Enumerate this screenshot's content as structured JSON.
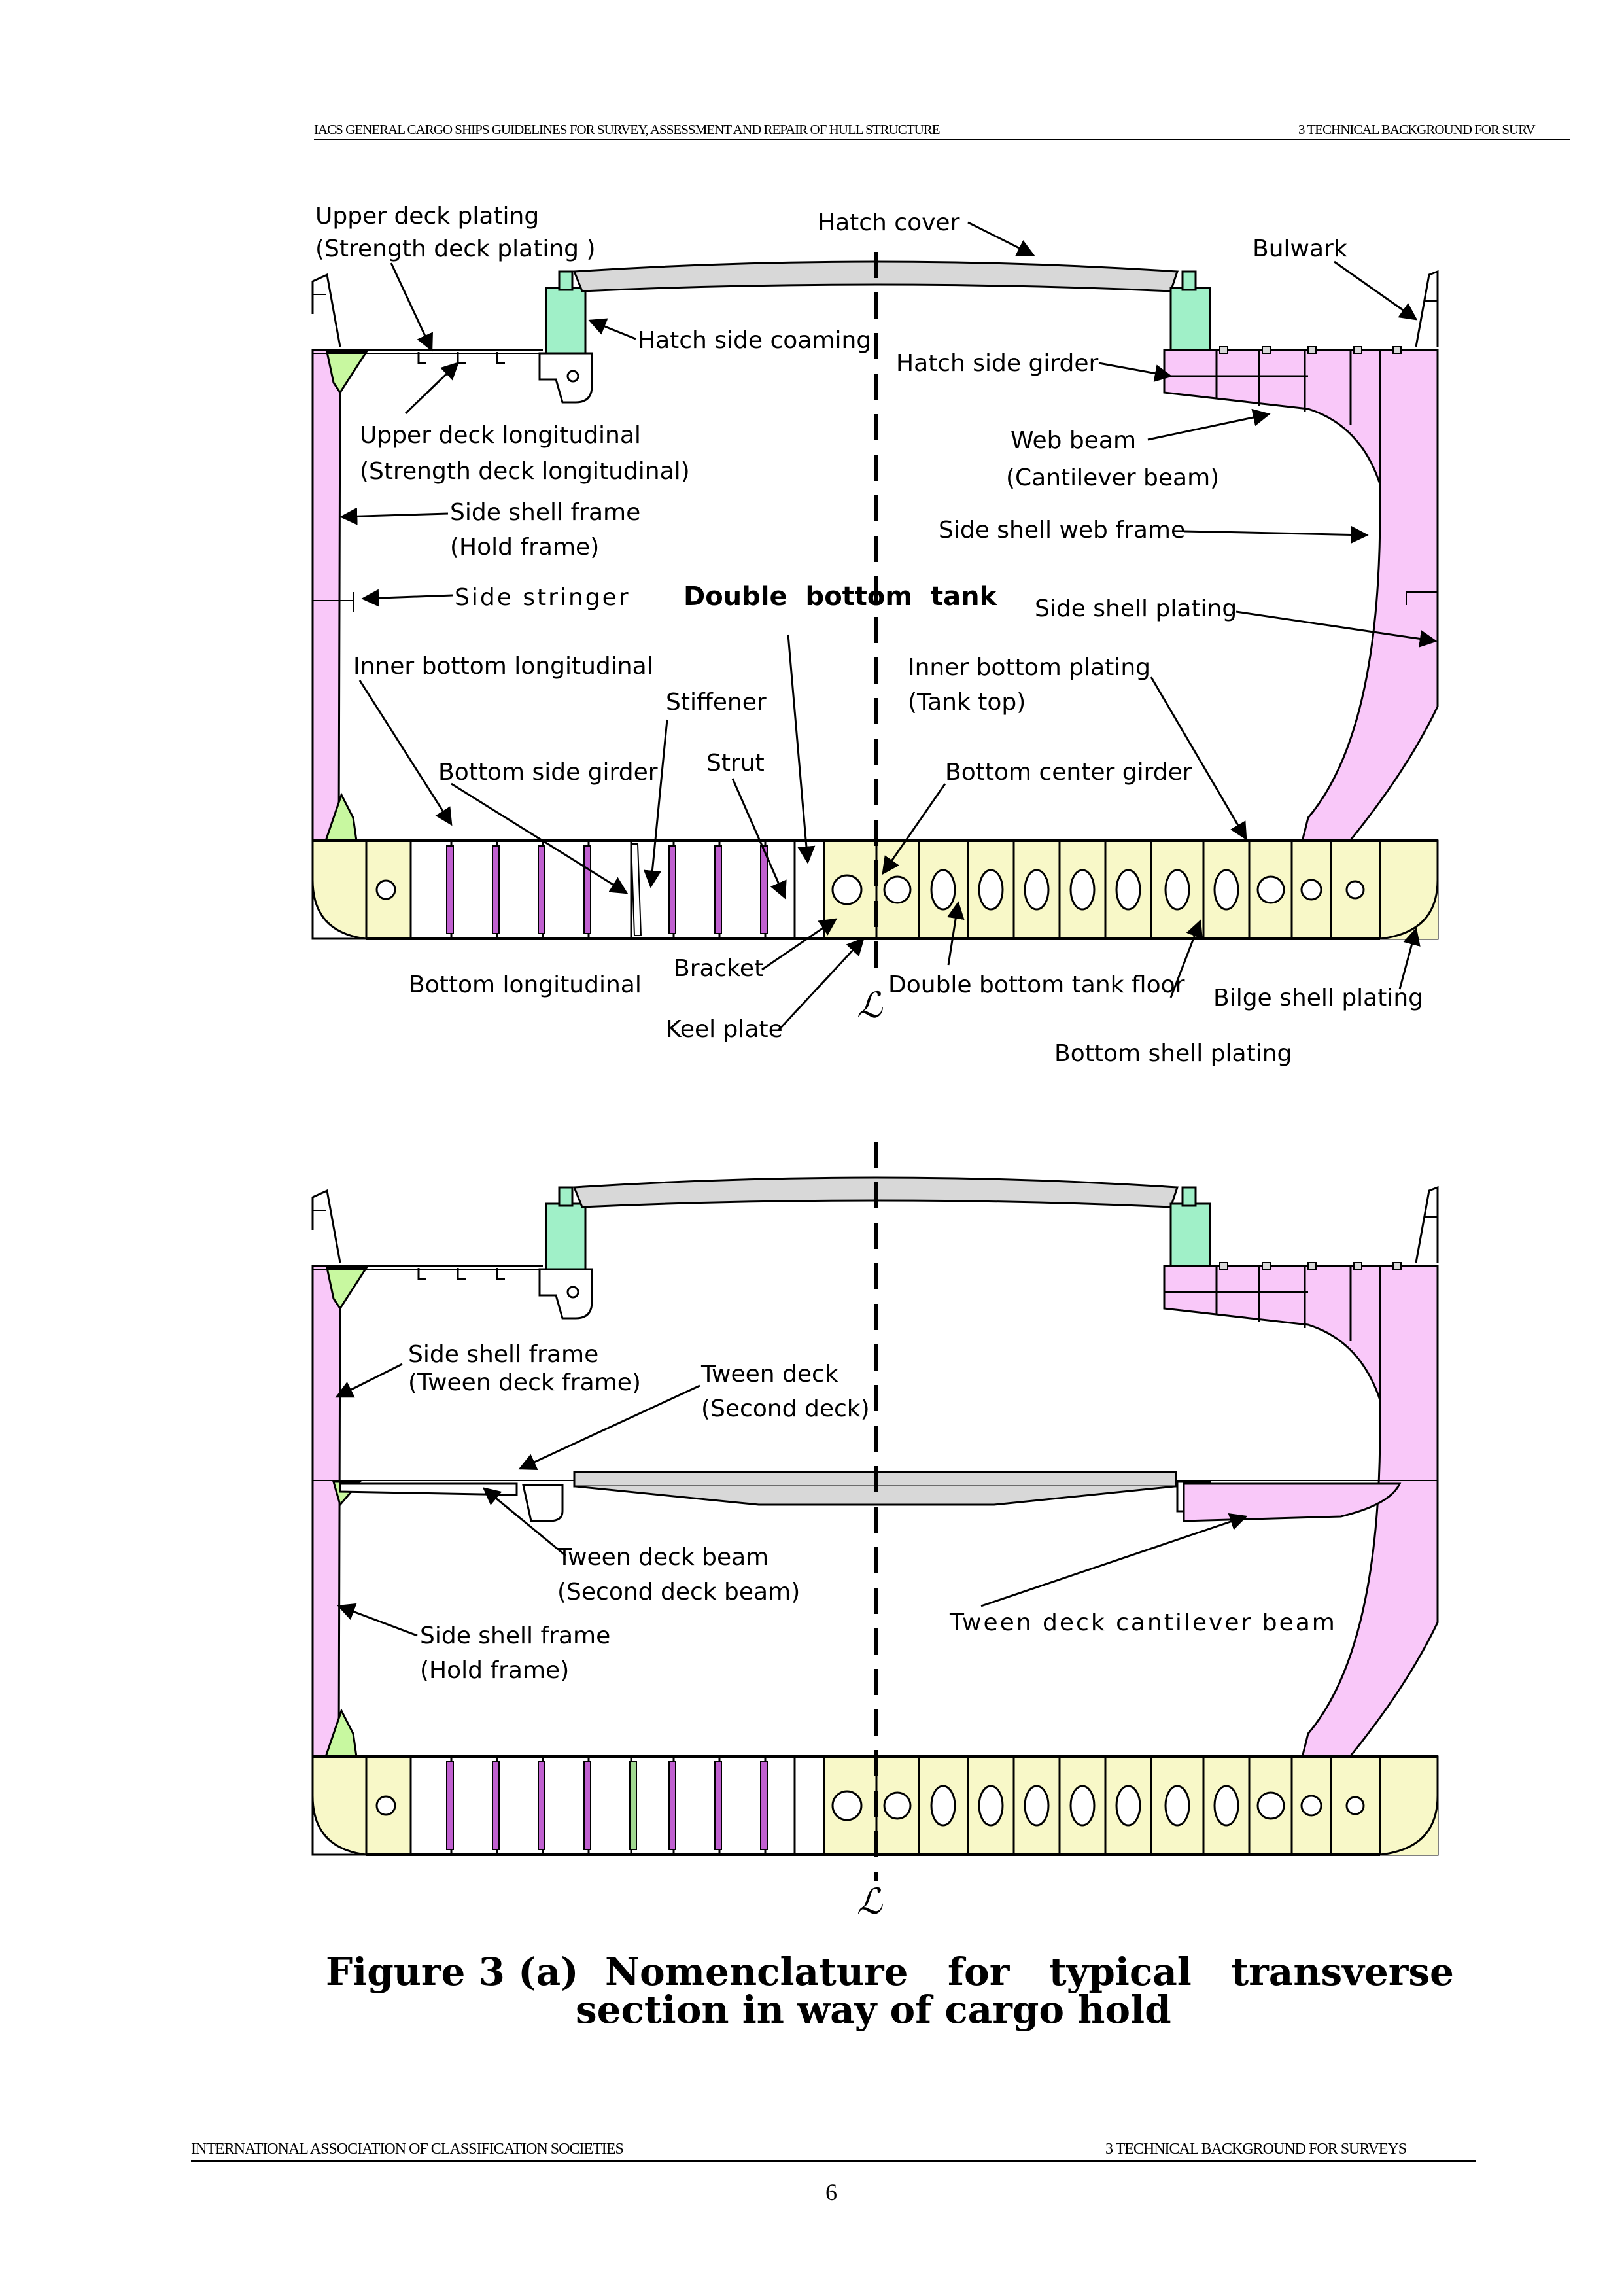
{
  "header": {
    "left": "IACS GENERAL CARGO SHIPS GUIDELINES FOR SURVEY, ASSESSMENT AND REPAIR OF HULL STRUCTURE",
    "right": "3 TECHNICAL BACKGROUND FOR SURV"
  },
  "diagram_top": {
    "labels": {
      "upper_deck_plating_1": "Upper deck plating",
      "upper_deck_plating_2": "(Strength deck plating )",
      "hatch_cover": "Hatch cover",
      "bulwark": "Bulwark",
      "hatch_side_coaming": "Hatch side coaming",
      "hatch_side_girder": "Hatch side girder",
      "upper_deck_long_1": "Upper deck longitudinal",
      "upper_deck_long_2": "(Strength deck longitudinal)",
      "web_beam_1": "Web beam",
      "web_beam_2": "(Cantilever beam)",
      "side_shell_frame_1": "Side shell frame",
      "side_shell_frame_2": "(Hold frame)",
      "side_shell_web_frame": "Side shell web frame",
      "side_stringer": "Side stringer",
      "double_bottom_tank": "Double bottom tank",
      "side_shell_plating": "Side shell plating",
      "inner_bottom_long": "Inner bottom longitudinal",
      "inner_bottom_plating_1": "Inner bottom plating",
      "inner_bottom_plating_2": "(Tank top)",
      "stiffener": "Stiffener",
      "strut": "Strut",
      "bottom_side_girder": "Bottom side girder",
      "bottom_center_girder": "Bottom center girder",
      "bottom_longitudinal": "Bottom longitudinal",
      "bracket": "Bracket",
      "double_bottom_tank_floor": "Double bottom tank floor",
      "bilge_shell_plating": "Bilge shell plating",
      "keel_plate": "Keel plate",
      "bottom_shell_plating": "Bottom shell plating",
      "centerline": "ℒ"
    }
  },
  "diagram_bottom": {
    "labels": {
      "side_shell_frame_tween_1": "Side shell frame",
      "side_shell_frame_tween_2": "(Tween deck frame)",
      "tween_deck_1": "Tween deck",
      "tween_deck_2": "(Second deck)",
      "tween_deck_beam_1": "Tween deck beam",
      "tween_deck_beam_2": "(Second deck beam)",
      "tween_deck_cantilever_beam": "Tween deck cantilever beam",
      "side_shell_frame_hold_1": "Side shell frame",
      "side_shell_frame_hold_2": "(Hold frame)",
      "centerline": "ℒ"
    }
  },
  "caption": {
    "line1": "Figure 3 (a)  Nomenclature   for   typical   transverse",
    "line2": "section in way of cargo hold"
  },
  "footer": {
    "left": "INTERNATIONAL ASSOCIATION OF CLASSIFICATION SOCIETIES",
    "right": "3  TECHNICAL BACKGROUND FOR SURVEYS",
    "page": "6"
  },
  "colors": {
    "pink": "#f9c8f9",
    "yellow": "#f8f8c8",
    "green_light": "#c8f8a0",
    "green_coaming": "#a0f0c8",
    "gray_cover": "#d8d8d8",
    "magenta_stiff": "#c060d0",
    "outline": "#000000"
  }
}
